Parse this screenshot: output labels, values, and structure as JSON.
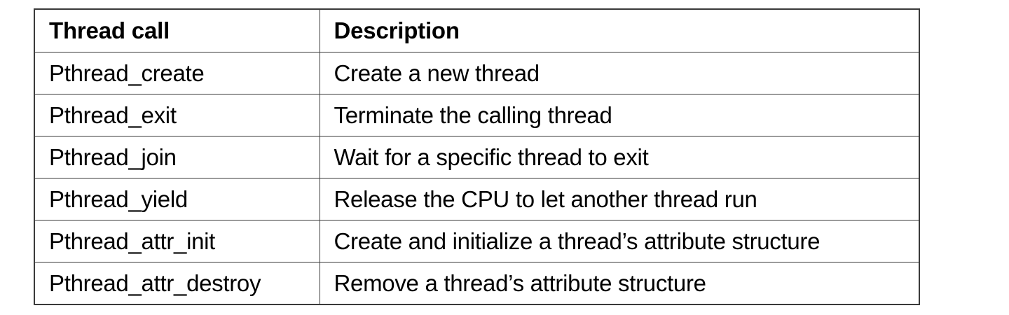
{
  "table": {
    "columns": [
      {
        "key": "call",
        "header": "Thread call"
      },
      {
        "key": "description",
        "header": "Description"
      }
    ],
    "rows": [
      {
        "call": "Pthread_create",
        "description": "Create a new thread"
      },
      {
        "call": "Pthread_exit",
        "description": "Terminate the calling thread"
      },
      {
        "call": "Pthread_join",
        "description": "Wait for a specific thread to exit"
      },
      {
        "call": "Pthread_yield",
        "description": "Release the CPU to let another thread run"
      },
      {
        "call": "Pthread_attr_init",
        "description": "Create and initialize a thread’s attribute structure"
      },
      {
        "call": "Pthread_attr_destroy",
        "description": "Remove a thread’s attribute structure"
      }
    ],
    "colors": {
      "border": "#3a3a3a",
      "text": "#000000",
      "background": "#ffffff"
    }
  }
}
